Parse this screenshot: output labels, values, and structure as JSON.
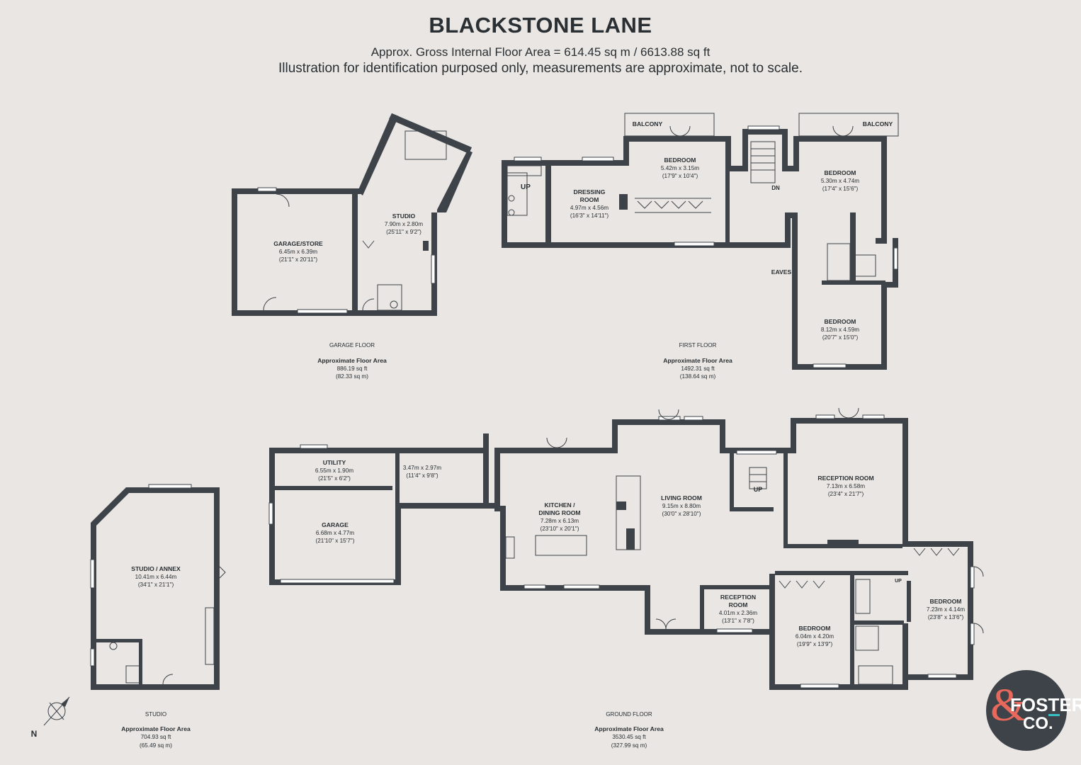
{
  "header": {
    "title": "BLACKSTONE LANE",
    "area": "Approx. Gross Internal Floor Area = 614.45 sq m / 6613.88 sq ft",
    "disclaimer": "Illustration for identification purposed only, measurements are approximate, not to scale."
  },
  "garage_floor": {
    "name": "GARAGE FLOOR",
    "area_label": "Approximate Floor Area",
    "area_sqft": "886.19 sq ft",
    "area_sqm": "(82.33 sq m)",
    "rooms": [
      {
        "label": "GARAGE/STORE",
        "dim_m": "6.45m x 6.39m",
        "dim_ft": "(21'1\" x 20'11\")"
      },
      {
        "label": "STUDIO",
        "dim_m": "7.90m x 2.80m",
        "dim_ft": "(25'11\" x 9'2\")"
      }
    ]
  },
  "first_floor": {
    "name": "FIRST FLOOR",
    "area_label": "Approximate Floor Area",
    "area_sqft": "1492.31 sq ft",
    "area_sqm": "(138.64 sq m)",
    "rooms": [
      {
        "label": "BEDROOM",
        "dim_m": "5.42m x 3.15m",
        "dim_ft": "(17'9\" x 10'4\")"
      },
      {
        "label": "DRESSING",
        "label2": "ROOM",
        "dim_m": "4.97m x 4.56m",
        "dim_ft": "(16'3\" x 14'11\")"
      },
      {
        "label": "BEDROOM",
        "dim_m": "5.30m x 4.74m",
        "dim_ft": "(17'4\" x 15'6\")"
      },
      {
        "label": "BEDROOM",
        "dim_m": "8.12m x 4.59m",
        "dim_ft": "(20'7\" x 15'0\")"
      }
    ],
    "marks": {
      "balcony": "BALCONY",
      "up": "UP",
      "dn": "DN",
      "eaves": "EAVES"
    }
  },
  "studio": {
    "name": "STUDIO",
    "area_label": "Approximate Floor Area",
    "area_sqft": "704.93 sq ft",
    "area_sqm": "(65.49 sq m)",
    "rooms": [
      {
        "label": "STUDIO / ANNEX",
        "dim_m": "10.41m x 6.44m",
        "dim_ft": "(34'1\" x 21'1\")"
      }
    ]
  },
  "ground_floor": {
    "name": "GROUND FLOOR",
    "area_label": "Approximate Floor Area",
    "area_sqft": "3530.45 sq ft",
    "area_sqm": "(327.99 sq m)",
    "rooms": [
      {
        "label": "UTILITY",
        "dim_m": "6.55m x 1.90m",
        "dim_ft": "(21'5\" x 6'2\")"
      },
      {
        "label": "",
        "dim_m": "3.47m x 2.97m",
        "dim_ft": "(11'4\" x 9'8\")"
      },
      {
        "label": "GARAGE",
        "dim_m": "6.68m x 4.77m",
        "dim_ft": "(21'10\" x 15'7\")"
      },
      {
        "label": "KITCHEN /",
        "label2": "DINING ROOM",
        "dim_m": "7.28m x 6.13m",
        "dim_ft": "(23'10\" x 20'1\")"
      },
      {
        "label": "LIVING ROOM",
        "dim_m": "9.15m x 8.80m",
        "dim_ft": "(30'0\" x 28'10\")"
      },
      {
        "label": "RECEPTION ROOM",
        "dim_m": "7.13m x 6.58m",
        "dim_ft": "(23'4\" x 21'7\")"
      },
      {
        "label": "RECEPTION",
        "label2": "ROOM",
        "dim_m": "4.01m x 2.36m",
        "dim_ft": "(13'1\" x 7'8\")"
      },
      {
        "label": "BEDROOM",
        "dim_m": "6.04m x 4.20m",
        "dim_ft": "(19'9\" x 13'9\")"
      },
      {
        "label": "BEDROOM",
        "dim_m": "7.23m x 4.14m",
        "dim_ft": "(23'8\" x 13'6\")"
      }
    ],
    "marks": {
      "up": "UP"
    }
  },
  "compass": {
    "north": "N"
  },
  "logo": {
    "line1": "FOSTER",
    "line2": "CO.",
    "amp": "&"
  },
  "colors": {
    "wall": "#3d4349",
    "background": "#e9e6e3",
    "accent": "#e8685c",
    "teal": "#39c0c4"
  }
}
